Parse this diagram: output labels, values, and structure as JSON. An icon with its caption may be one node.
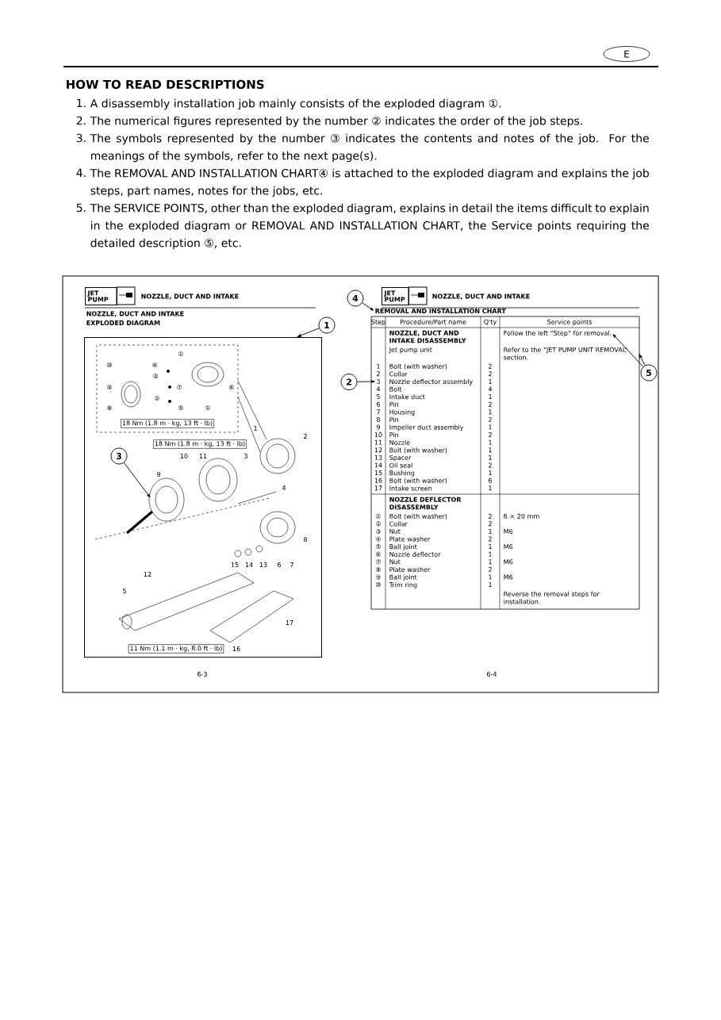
{
  "diagram": {
    "nodes": [
      {
        "text": [
          "E"
        ]
      },
      {
        "text": [
          "JET PUMP"
        ]
      },
      {
        "text": [],
        "shape": "box"
      },
      {
        "text": [
          "1"
        ]
      },
      {
        "text": [
          "3"
        ],
        "in": 2
      },
      {
        "text": [
          "JET PUMP"
        ]
      },
      {
        "text": [
          "REMOVAL AND INSTALLATION CHART"
        ]
      },
      {
        "text": [
          "4"
        ]
      },
      {
        "text": [
          "2"
        ]
      },
      {
        "text": [
          "5"
        ]
      },
      {
        "text": [
          "3"
        ]
      },
      {
        "text": [
          "Follow the left “Step” for removal."
        ]
      },
      {
        "text": [
          "Refer to the “JET PUMP UNIT REMOVAL” section."
        ]
      }
    ],
    "edges": [
      {
        "from": 3,
        "to": 2,
        "arrow": "to"
      },
      {
        "from": 4,
        "to": null,
        "arrow": "to"
      },
      {
        "from": 7,
        "to": 6,
        "arrow": "to"
      },
      {
        "from": 8,
        "to": 10,
        "arrow": "to"
      },
      {
        "from": 9,
        "to": 11,
        "arrow": "to"
      },
      {
        "from": 9,
        "to": 12,
        "arrow": "to"
      }
    ],
    "labels": [
      "HOW TO READ DESCRIPTIONS",
      "1.",
      "A disassembly installation job mainly consists of the exploded diagram ①.",
      "2.",
      "The numerical figures represented by the number ② indicates the order of the job steps.",
      "3.",
      "The symbols represented by the number ③ indicates the contents and notes of the job. For the meanings of the symbols, refer to the next page(s).",
      "4.",
      "The REMOVAL AND INSTALLATION CHART④ is attached to the exploded diagram and explains the job steps, part names, notes for the jobs, etc.",
      "5.",
      "The SERVICE POINTS, other than the exploded diagram, explains in detail the items difficult to explain in the exploded diagram or REMOVAL AND INSTALLATION CHART, the Service points requiring the detailed description ⑤, etc.",
      "NOZZLE, DUCT AND INTAKE",
      "NOZZLE, DUCT AND INTAKE",
      "EXPLODED DIAGRAM",
      "NOZZLE, DUCT AND INTAKE",
      "①",
      "⑩",
      "④",
      "③",
      "⑨",
      "⑦",
      "⑥",
      "②",
      "⑧",
      "⑤",
      "①",
      "18 Nm (1.8 m · kg, 13 ft · lb)",
      "1",
      "2",
      "18 Nm (1.8 m · kg, 13 ft · lb)",
      "10",
      "11",
      "3",
      "9",
      "4",
      "8",
      "15",
      "14",
      "13",
      "6",
      "7",
      "12",
      "5",
      "17",
      "11 Nm (1.1 m · kg, 8.0 ft · lb)",
      "16",
      "Step",
      "Procedure/Part name",
      "Q'ty",
      "Service points",
      "NOZZLE, DUCT AND INTAKE DISASSEMBLY",
      "Jet pump unit",
      "1",
      "Bolt (with washer)",
      "2",
      "2",
      "Collar",
      "2",
      "Nozzle deflector assembly",
      "1",
      "4",
      "Bolt",
      "4",
      "5",
      "Intake duct",
      "1",
      "6",
      "Pin",
      "2",
      "7",
      "Housing",
      "1",
      "8",
      "Pin",
      "2",
      "9",
      "Impeller duct assembly",
      "1",
      "10",
      "Pin",
      "2",
      "11",
      "Nozzle",
      "1",
      "12",
      "Bolt (with washer)",
      "1",
      "13",
      "Spacer",
      "1",
      "14",
      "Oil seal",
      "2",
      "15",
      "Bushing",
      "1",
      "16",
      "Bolt (with washer)",
      "6",
      "17",
      "Intake screen",
      "1",
      "NOZZLE DEFLECTOR DISASSEMBLY",
      "①",
      "Bolt (with washer)",
      "2",
      "6 × 20 mm",
      "②",
      "Collar",
      "2",
      "③",
      "Nut",
      "1",
      "M6",
      "④",
      "Plate washer",
      "2",
      "⑤",
      "Ball joint",
      "1",
      "M6",
      "⑥",
      "Nozzle deflector",
      "1",
      "⑦",
      "Nut",
      "1",
      "M6",
      "⑧",
      "Plate washer",
      "2",
      "⑨",
      "Ball joint",
      "1",
      "M6",
      "⑩",
      "Trim ring",
      "1",
      "Reverse the removal steps for installation.",
      "6-3",
      "6-4"
    ]
  }
}
